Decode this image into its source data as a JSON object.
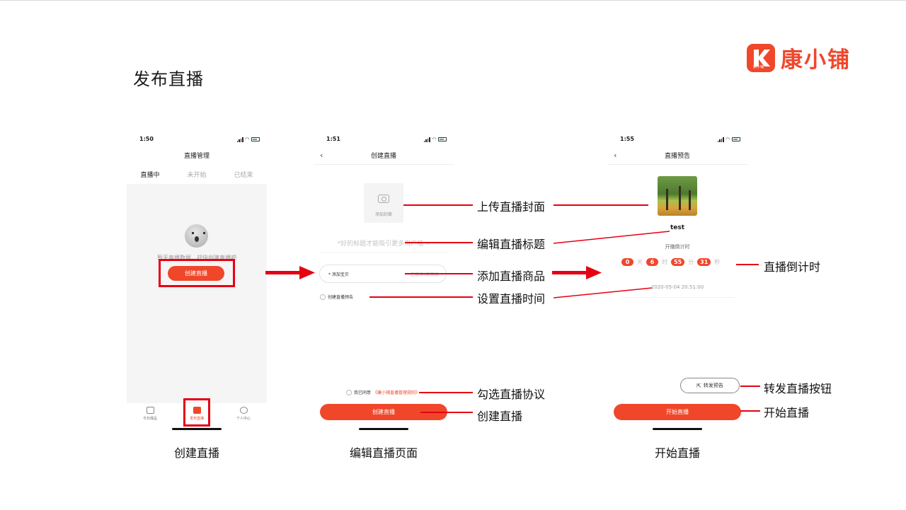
{
  "page_title": "发布直播",
  "brand": {
    "name": "康小铺",
    "logo_mini": "康小铺"
  },
  "phone1": {
    "time": "1:50",
    "nav_title": "直播管理",
    "tabs": [
      "直播中",
      "未开始",
      "已结束"
    ],
    "empty_text": "暂无直播数据，赶快创建直播吧",
    "create_button": "创建直播",
    "tabbar": [
      "今日爆品",
      "发布直播",
      "个人中心"
    ],
    "caption": "创建直播"
  },
  "phone2": {
    "time": "1:51",
    "nav_title": "创建直播",
    "cover_label": "添加封面",
    "title_placeholder": "*好的标题才能吸引更多用户哦～",
    "goods_label": "* 添加宝贝",
    "goods_hint": "已选择0款商品",
    "preview_option": "创建直播预告",
    "agree_prefix": "我已同意",
    "agree_link": "《康小铺直播管理规则》",
    "create_button": "创建直播",
    "caption": "编辑直播页面"
  },
  "phone3": {
    "time": "1:55",
    "nav_title": "直播预告",
    "stream_name": "test",
    "countdown_label": "开播倒计时",
    "countdown": [
      {
        "value": "0",
        "unit": "天"
      },
      {
        "value": "6",
        "unit": "时"
      },
      {
        "value": "55",
        "unit": "分"
      },
      {
        "value": "31",
        "unit": "秒"
      }
    ],
    "start_time": "2020-05-04 20:51:00",
    "share_button": "转发预告",
    "start_button": "开始直播",
    "caption": "开始直播"
  },
  "annotations": {
    "upload_cover": "上传直播封面",
    "edit_title": "编辑直播标题",
    "add_goods": "添加直播商品",
    "set_time": "设置直播时间",
    "check_agreement": "勾选直播协议",
    "create_live": "创建直播",
    "countdown": "直播倒计时",
    "share_button": "转发直播按钮",
    "start_live": "开始直播"
  },
  "colors": {
    "accent": "#f0472b",
    "annotation": "#e60012"
  },
  "icons": [
    "back-icon",
    "camera-icon",
    "share-icon",
    "signal-icon",
    "wifi-icon",
    "battery-icon"
  ]
}
